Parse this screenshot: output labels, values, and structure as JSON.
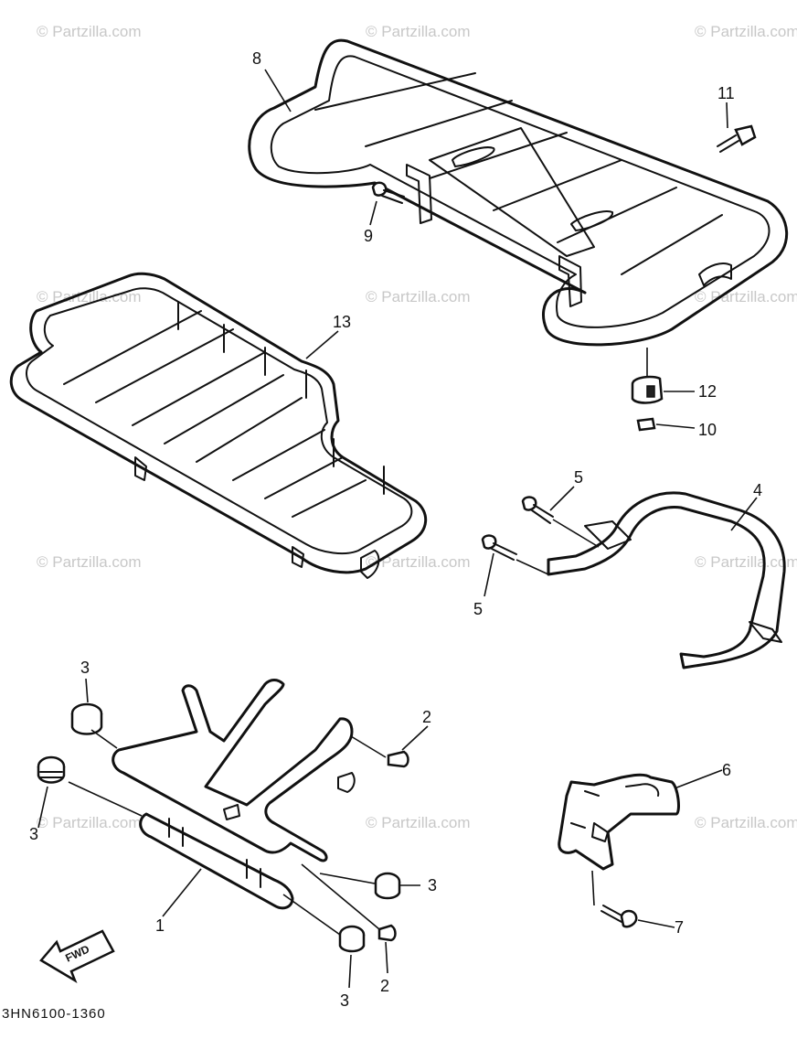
{
  "callouts": {
    "c1": "1",
    "c2a": "2",
    "c2b": "2",
    "c3a": "3",
    "c3b": "3",
    "c3c": "3",
    "c3d": "3",
    "c4": "4",
    "c5a": "5",
    "c5b": "5",
    "c6": "6",
    "c7": "7",
    "c8": "8",
    "c9": "9",
    "c10": "10",
    "c11": "11",
    "c12": "12",
    "c13": "13"
  },
  "watermark": "© Partzilla.com",
  "fwd_label": "FWD",
  "diagram_code": "3HN6100-1360"
}
